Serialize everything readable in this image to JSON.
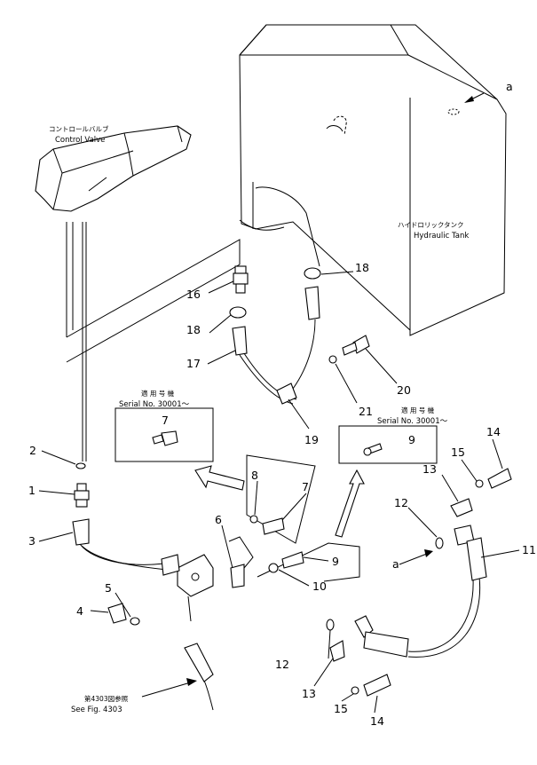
{
  "labels": {
    "control_valve_jp": "コントロールバルブ",
    "control_valve_en": "Control Valve",
    "hydraulic_tank_jp": "ハイドロリックタンク",
    "hydraulic_tank_en": "Hydraulic Tank",
    "serial_jp_left": "適 用 号 機",
    "serial_en_left": "Serial No. 30001～",
    "serial_jp_right": "適 用 号 機",
    "serial_en_right": "Serial No. 30001～",
    "see_fig_jp": "第4303図参照",
    "see_fig_en": "See Fig. 4303",
    "view_a_top": "a",
    "view_a_bottom": "a"
  },
  "parts": {
    "p1": "1",
    "p2": "2",
    "p3": "3",
    "p4": "4",
    "p5": "5",
    "p6": "6",
    "p7a": "7",
    "p7b": "7",
    "p8": "8",
    "p9a": "9",
    "p9b": "9",
    "p10": "10",
    "p11": "11",
    "p12a": "12",
    "p12b": "12",
    "p13a": "13",
    "p13b": "13",
    "p14a": "14",
    "p14b": "14",
    "p15a": "15",
    "p15b": "15",
    "p16": "16",
    "p17": "17",
    "p18a": "18",
    "p18b": "18",
    "p19": "19",
    "p20": "20",
    "p21": "21"
  }
}
